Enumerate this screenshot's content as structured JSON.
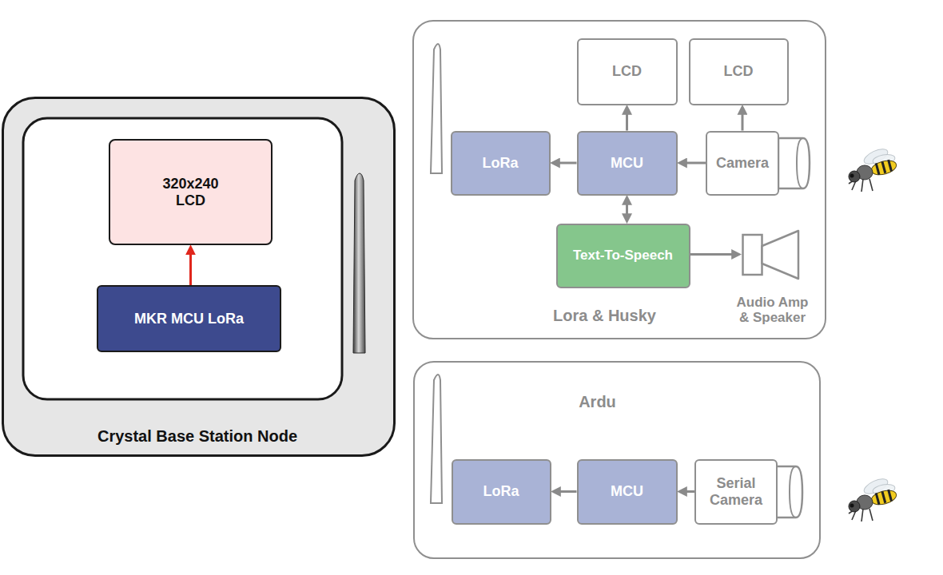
{
  "diagram": {
    "nodes": [
      {
        "text": [
          "Crystal Base Station Node"
        ]
      },
      {
        "text": [
          "320x240 LCD"
        ],
        "in": 0
      },
      {
        "text": [
          "MKR MCU LoRa"
        ],
        "in": 0
      },
      {
        "text": [
          "Lora & Husky"
        ]
      },
      {
        "text": [
          "LCD"
        ],
        "in": 3
      },
      {
        "text": [
          "LCD"
        ],
        "in": 3
      },
      {
        "text": [
          "LoRa"
        ],
        "in": 3
      },
      {
        "text": [
          "MCU"
        ],
        "in": 3
      },
      {
        "text": [
          "Camera"
        ],
        "in": 3
      },
      {
        "text": [
          "Text-To-Speech"
        ],
        "in": 3
      },
      {
        "text": [
          "Audio Amp & Speaker"
        ],
        "in": 3
      },
      {
        "text": [
          "Ardu"
        ]
      },
      {
        "text": [
          "LoRa"
        ],
        "in": 11
      },
      {
        "text": [
          "MCU"
        ],
        "in": 11
      },
      {
        "text": [
          "Serial Camera"
        ],
        "in": 11
      }
    ],
    "edges": [
      {
        "from": 2,
        "to": 1,
        "arrow": "to"
      },
      {
        "from": 7,
        "to": 4,
        "arrow": "to"
      },
      {
        "from": 8,
        "to": 5,
        "arrow": "to"
      },
      {
        "from": 7,
        "to": 6,
        "arrow": "to"
      },
      {
        "from": 8,
        "to": 7,
        "arrow": "to"
      },
      {
        "from": 7,
        "to": 9,
        "arrow": "both"
      },
      {
        "from": 9,
        "to": 10,
        "arrow": "to"
      },
      {
        "from": 13,
        "to": 12,
        "arrow": "to"
      },
      {
        "from": 14,
        "to": 13,
        "arrow": "to"
      }
    ]
  }
}
